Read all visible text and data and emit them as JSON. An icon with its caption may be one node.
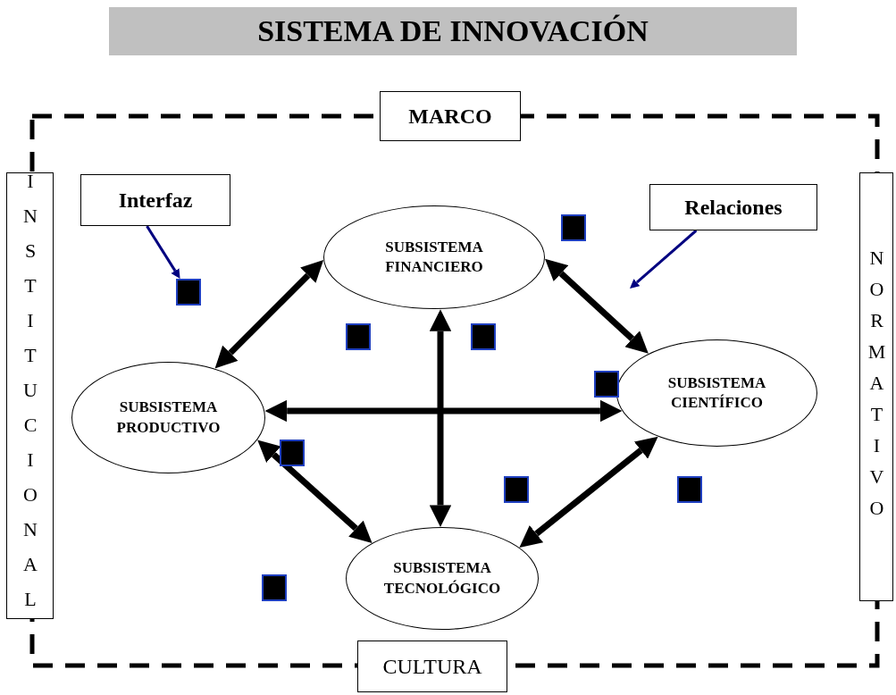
{
  "diagram": {
    "title": "SISTEMA DE INNOVACIÓN",
    "nodes": [
      {
        "text": [
          "MARCO"
        ]
      },
      {
        "text": [
          "INSTITUCIONAL"
        ]
      },
      {
        "text": [
          "NORMATIVO"
        ]
      },
      {
        "text": [
          "CULTURA"
        ]
      },
      {
        "text": [
          "Interfaz"
        ]
      },
      {
        "text": [
          "Relaciones"
        ]
      },
      {
        "text": [
          "SUBSISTEMA FINANCIERO"
        ]
      },
      {
        "text": [
          "SUBSISTEMA PRODUCTIVO"
        ]
      },
      {
        "text": [
          "SUBSISTEMA CIENTÍFICO"
        ]
      },
      {
        "text": [
          "SUBSISTEMA TECNOLÓGICO"
        ]
      },
      {
        "text": [],
        "shape": "box"
      },
      {
        "text": [],
        "shape": "box"
      },
      {
        "text": [],
        "shape": "box"
      },
      {
        "text": [],
        "shape": "box"
      },
      {
        "text": [],
        "shape": "box"
      },
      {
        "text": [],
        "shape": "box"
      },
      {
        "text": [],
        "shape": "box"
      },
      {
        "text": [],
        "shape": "box"
      },
      {
        "text": [],
        "shape": "box"
      }
    ],
    "edges": [
      {
        "from": 4,
        "to": 10,
        "arrow": "to",
        "color": "#000080"
      },
      {
        "from": 5,
        "to": null,
        "arrow": "to",
        "color": "#000080"
      },
      {
        "from": 6,
        "to": 7,
        "arrow": "both"
      },
      {
        "from": 6,
        "to": 8,
        "arrow": "both"
      },
      {
        "from": 7,
        "to": 9,
        "arrow": "both"
      },
      {
        "from": 9,
        "to": 8,
        "arrow": "both"
      },
      {
        "from": 7,
        "to": 8,
        "arrow": "both"
      },
      {
        "from": 6,
        "to": 9,
        "arrow": "both"
      }
    ]
  }
}
